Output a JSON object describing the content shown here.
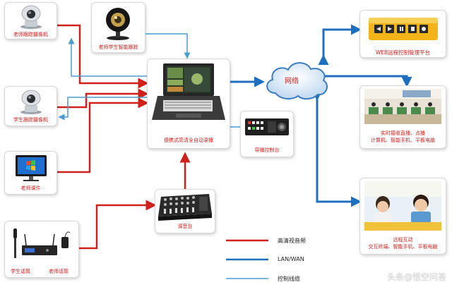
{
  "nodes": {
    "teacher_camera": "老师跟踪摄像机",
    "smart_tracking": "老师学生智能跟踪",
    "student_camera": "学生跟踪摄像机",
    "teacher_courseware": "老师课件",
    "recorder": "便携式高清全自动录播",
    "director_panel": "导播控制台",
    "mixer": "调音台",
    "student_mic": "学生话筒",
    "teacher_mic": "老师话筒",
    "network": "网络",
    "web_platform": "WEB远程控制管理平台",
    "live_watch": [
      "实时接收直播、点播",
      "计算机、智能手机、平板电脑"
    ],
    "remote_interact": [
      "远程互动",
      "交互终端、智能手机、平板电脑"
    ]
  },
  "legend": [
    {
      "label": "高清视音频",
      "color": "#d0201c"
    },
    {
      "label": "LAN/WAN",
      "color": "#1f6fbf"
    },
    {
      "label": "控制线缆",
      "color": "#4a9bd0"
    }
  ],
  "watermark": "头条@悟空问答",
  "icons": [
    "ptz-camera-icon",
    "webcam-icon",
    "monitor-icon",
    "laptop-recorder-icon",
    "control-panel-icon",
    "audio-mixer-icon",
    "microphone-icon",
    "cloud-icon",
    "media-controls-icon",
    "classroom-photo-icon"
  ]
}
